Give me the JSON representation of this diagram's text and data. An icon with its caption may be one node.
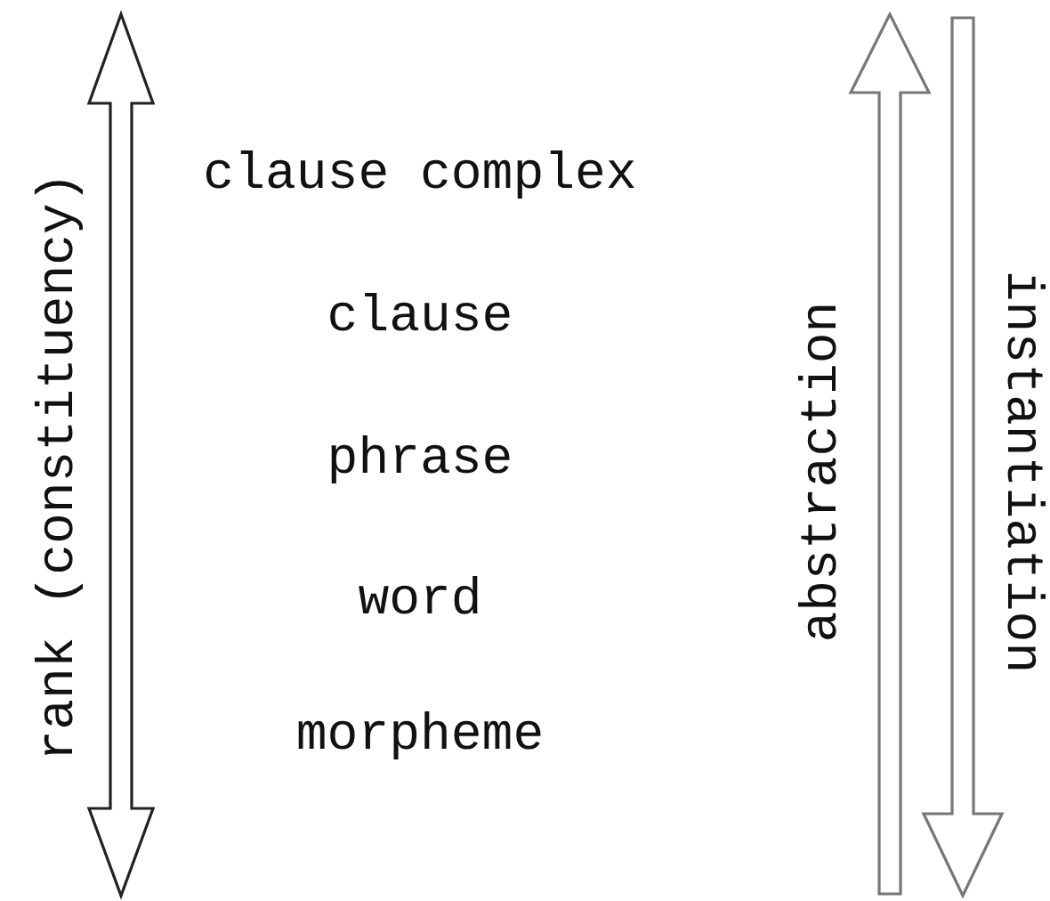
{
  "diagram": {
    "labels": [
      "rank (constituency)",
      "clause complex",
      "clause",
      "phrase",
      "word",
      "morpheme",
      "abstraction",
      "instantiation"
    ]
  }
}
